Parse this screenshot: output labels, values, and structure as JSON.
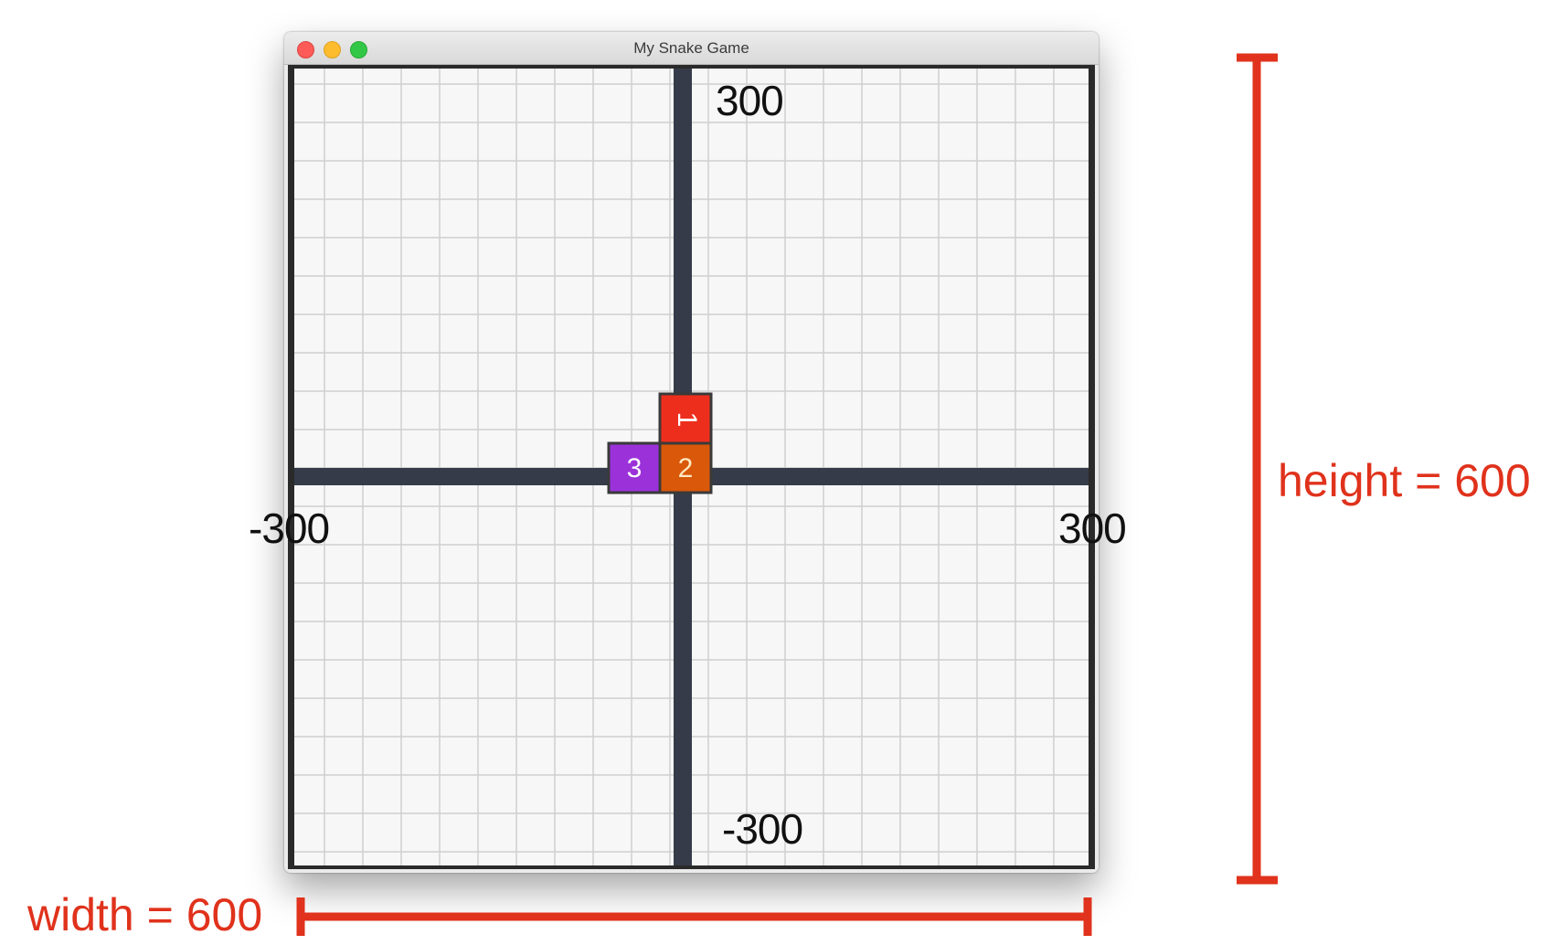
{
  "window": {
    "title": "My Snake Game"
  },
  "axes": {
    "top_label": "300",
    "bottom_label": "-300",
    "left_label": "-300",
    "right_label": "300"
  },
  "snake": {
    "segments": [
      {
        "label": "1",
        "color": "#ee2e1c"
      },
      {
        "label": "2",
        "color": "#d9580a"
      },
      {
        "label": "3",
        "color": "#9b32d9"
      }
    ]
  },
  "annotations": {
    "width_label": "width = 600",
    "height_label": "height = 600",
    "color": "#e0321c"
  }
}
